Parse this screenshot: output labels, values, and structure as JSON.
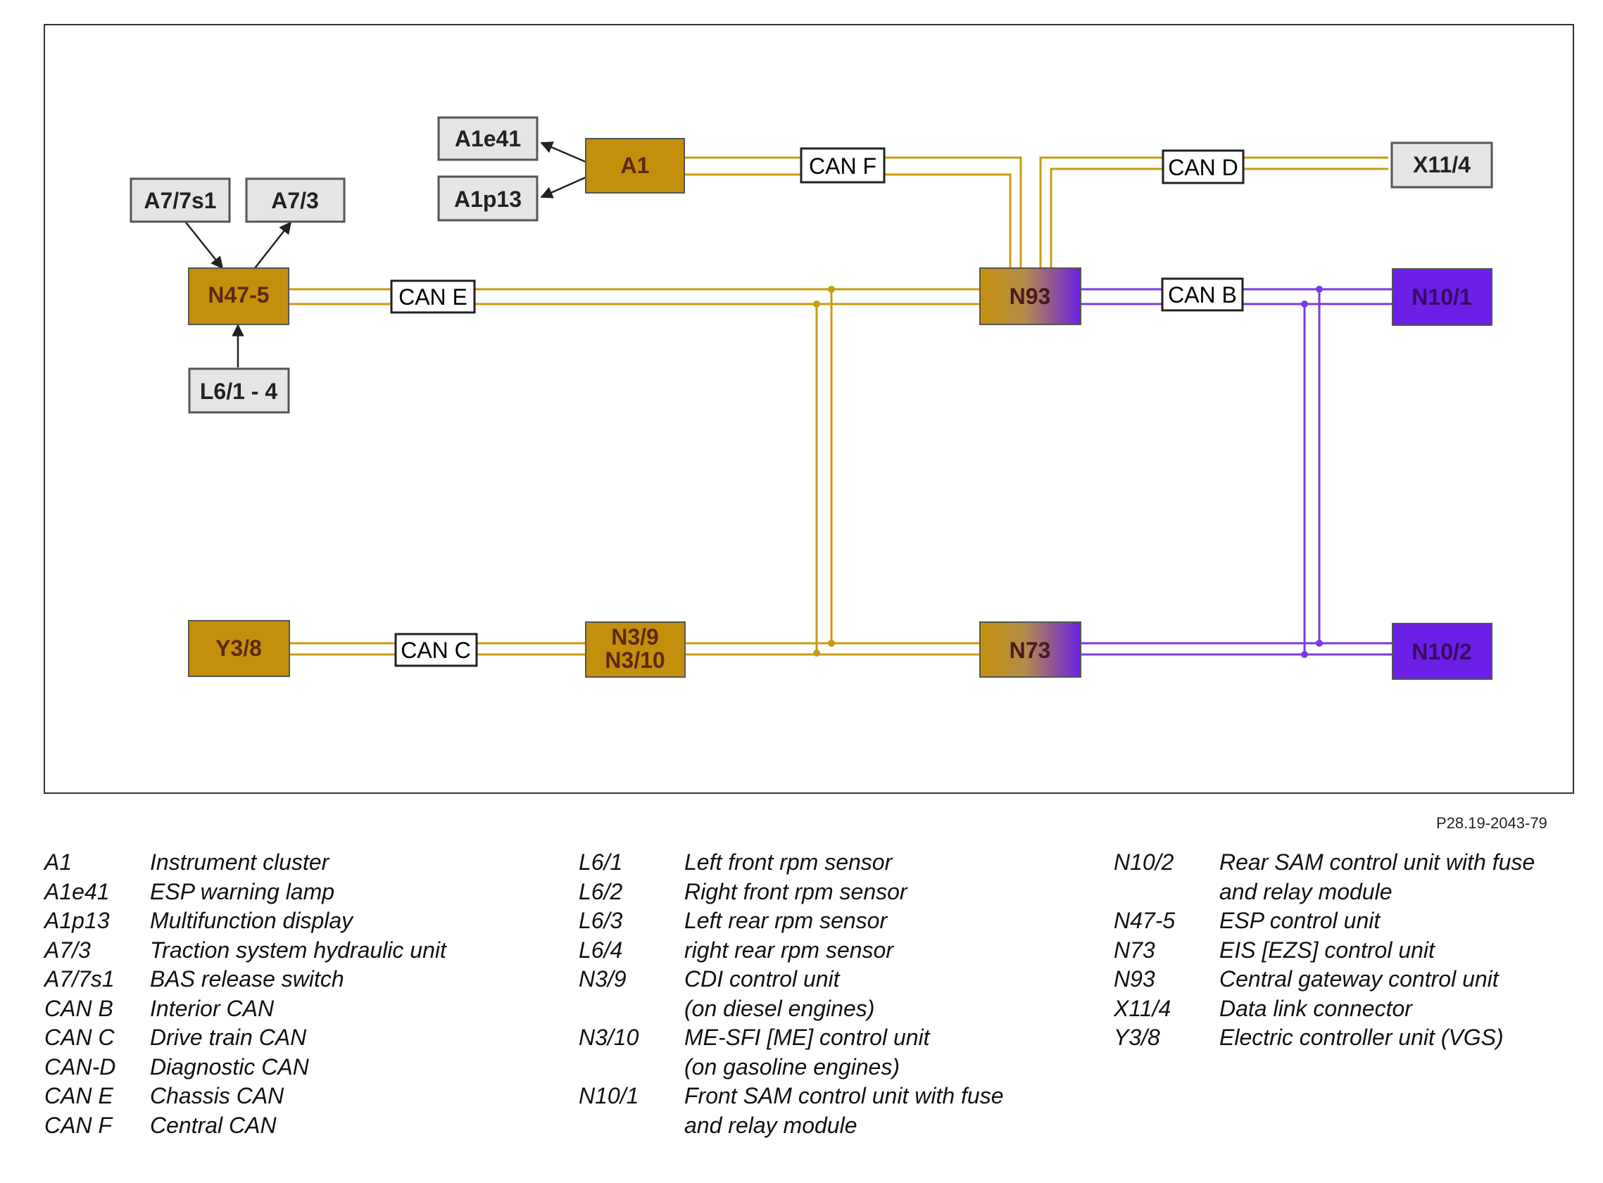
{
  "colors": {
    "gold": "#c4900b",
    "violet": "#6c1fe6",
    "gray_box": "#e5e5e5",
    "can_line_gold": "#c89c10",
    "can_line_violet": "#7a3ae8"
  },
  "diagram": {
    "nodes": {
      "a1e41": "A1e41",
      "a1p13": "A1p13",
      "a1": "A1",
      "a77s1": "A7/7s1",
      "a73": "A7/3",
      "n475": "N47-5",
      "l61_4": "L6/1 - 4",
      "n93": "N93",
      "x114": "X11/4",
      "n101": "N10/1",
      "y38": "Y3/8",
      "n39": "N3/9",
      "n310": "N3/10",
      "n73": "N73",
      "n102": "N10/2"
    },
    "can_labels": {
      "can_f": "CAN F",
      "can_d": "CAN D",
      "can_e": "CAN E",
      "can_b": "CAN B",
      "can_c": "CAN C"
    }
  },
  "figure_id": "P28.19-2043-79",
  "legend": {
    "col1": [
      {
        "code": "A1",
        "desc": "Instrument cluster"
      },
      {
        "code": "A1e41",
        "desc": "ESP warning lamp"
      },
      {
        "code": "A1p13",
        "desc": "Multifunction display"
      },
      {
        "code": "A7/3",
        "desc": "Traction system hydraulic unit"
      },
      {
        "code": "A7/7s1",
        "desc": "BAS release switch"
      },
      {
        "code": "CAN B",
        "desc": "Interior CAN"
      },
      {
        "code": "CAN C",
        "desc": "Drive train CAN"
      },
      {
        "code": "CAN-D",
        "desc": "Diagnostic CAN"
      },
      {
        "code": "CAN E",
        "desc": "Chassis CAN"
      },
      {
        "code": "CAN F",
        "desc": "Central CAN"
      }
    ],
    "col2": [
      {
        "code": "L6/1",
        "desc": "Left front rpm sensor"
      },
      {
        "code": "L6/2",
        "desc": "Right front rpm sensor"
      },
      {
        "code": "L6/3",
        "desc": "Left rear rpm sensor"
      },
      {
        "code": "L6/4",
        "desc": "right rear rpm sensor"
      },
      {
        "code": "N3/9",
        "desc": "CDI control unit\n(on diesel engines)"
      },
      {
        "code": "N3/10",
        "desc": "ME-SFI [ME] control unit\n(on gasoline engines)"
      },
      {
        "code": "N10/1",
        "desc": "Front SAM control unit with fuse\nand relay module"
      }
    ],
    "col3": [
      {
        "code": "N10/2",
        "desc": "Rear SAM control unit with fuse\nand relay module"
      },
      {
        "code": "N47-5",
        "desc": "ESP control unit"
      },
      {
        "code": "N73",
        "desc": "EIS [EZS] control unit"
      },
      {
        "code": "N93",
        "desc": "Central gateway control unit"
      },
      {
        "code": "X11/4",
        "desc": "Data link connector"
      },
      {
        "code": "Y3/8",
        "desc": "Electric controller unit (VGS)"
      }
    ]
  }
}
